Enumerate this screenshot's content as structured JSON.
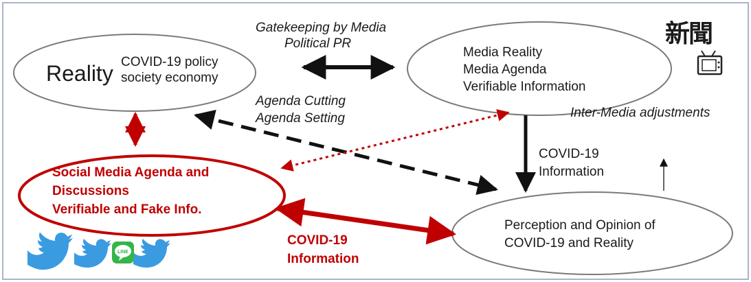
{
  "reality": {
    "title": "Reality",
    "line1": "COVID-19 policy",
    "line2": "society economy"
  },
  "media_reality": {
    "line1": "Media Reality",
    "line2": "Media Agenda",
    "line3": "Verifiable Information"
  },
  "social_media": {
    "line1": "Social Media Agenda and",
    "line2": "Discussions",
    "line3": "Verifiable and Fake Info."
  },
  "perception": {
    "line1": "Perception and Opinion of",
    "line2": "COVID-19 and Reality"
  },
  "labels": {
    "gatekeeping_1": "Gatekeeping by Media",
    "gatekeeping_2": "Political PR",
    "agenda_cutting": "Agenda Cutting",
    "agenda_setting": "Agenda Setting",
    "inter_media": "Inter-Media adjustments",
    "covid_info_1": "COVID-19",
    "covid_info_2": "Information",
    "covid_info_red_1": "COVID-19",
    "covid_info_red_2": "Information"
  },
  "newspaper_text": "新聞",
  "icons": [
    "twitter-bird-icon",
    "line-app-icon",
    "television-icon",
    "newspaper-logo"
  ],
  "colors": {
    "red": "#c00000",
    "black": "#111111",
    "twitter_blue": "#3a9be0",
    "line_green": "#33b54a"
  }
}
